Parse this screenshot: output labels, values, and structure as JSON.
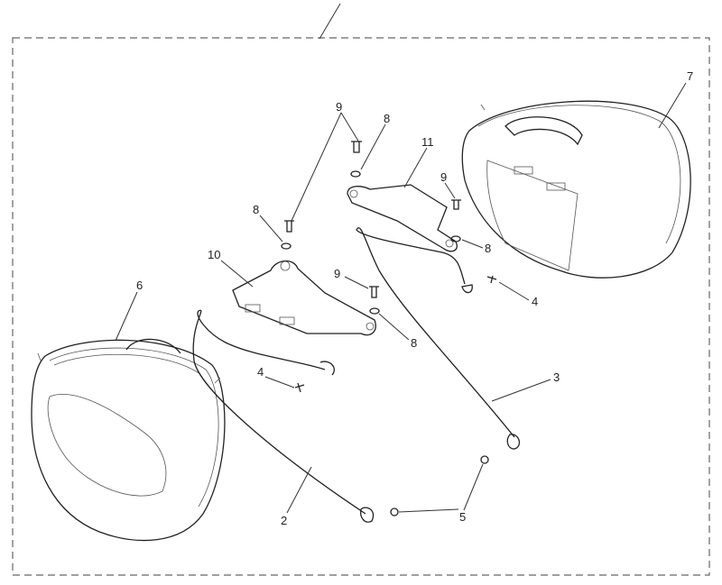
{
  "callouts": [
    "9",
    "8",
    "11",
    "9",
    "8",
    "10",
    "9",
    "8",
    "4",
    "8",
    "4",
    "3",
    "6",
    "7",
    "2",
    "5"
  ],
  "parts": {
    "2": "left-support-rail",
    "3": "right-support-rail",
    "4": "bolt",
    "5": "nut",
    "6": "left-pannier",
    "7": "right-pannier",
    "8": "washer",
    "9": "screw",
    "10": "left-mounting-bracket",
    "11": "right-mounting-bracket"
  }
}
